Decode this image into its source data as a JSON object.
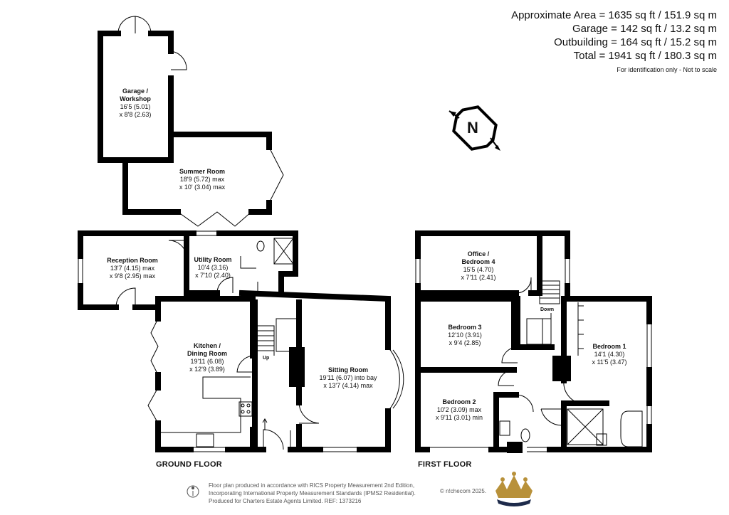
{
  "areas": {
    "approx": "Approximate Area = 1635 sq ft / 151.9 sq m",
    "garage": "Garage = 142 sq ft / 13.2 sq m",
    "outbuilding": "Outbuilding = 164 sq ft / 15.2 sq m",
    "total": "Total = 1941 sq ft / 180.3 sq m",
    "note": "For identification only - Not to scale"
  },
  "compass": {
    "letter": "N"
  },
  "rooms": {
    "garage": {
      "name1": "Garage /",
      "name2": "Workshop",
      "dim1": "16'5 (5.01)",
      "dim2": "x 8'8 (2.63)"
    },
    "summer": {
      "name": "Summer Room",
      "dim1": "18'9 (5.72) max",
      "dim2": "x 10' (3.04) max"
    },
    "reception": {
      "name": "Reception Room",
      "dim1": "13'7 (4.15) max",
      "dim2": "x 9'8 (2.95) max"
    },
    "utility": {
      "name": "Utility Room",
      "dim1": "10'4 (3.16)",
      "dim2": "x 7'10 (2.40)"
    },
    "kitchen": {
      "name1": "Kitchen /",
      "name2": "Dining Room",
      "dim1": "19'11 (6.08)",
      "dim2": "x 12'9 (3.89)"
    },
    "sitting": {
      "name": "Sitting Room",
      "dim1": "19'11 (6.07) into bay",
      "dim2": "x 13'7 (4.14) max"
    },
    "office": {
      "name1": "Office /",
      "name2": "Bedroom 4",
      "dim1": "15'5 (4.70)",
      "dim2": "x 7'11 (2.41)"
    },
    "bed3": {
      "name": "Bedroom 3",
      "dim1": "12'10 (3.91)",
      "dim2": "x 9'4 (2.85)"
    },
    "bed2": {
      "name": "Bedroom 2",
      "dim1": "10'2 (3.09) max",
      "dim2": "x 9'11 (3.01) min"
    },
    "bed1": {
      "name": "Bedroom 1",
      "dim1": "14'1 (4.30)",
      "dim2": "x 11'5 (3.47)"
    }
  },
  "stairs": {
    "up": "Up",
    "down": "Down"
  },
  "floors": {
    "ground": "GROUND FLOOR",
    "first": "FIRST FLOOR"
  },
  "footer": {
    "line1": "Floor plan produced in accordance with RICS Property Measurement 2nd Edition,",
    "line2": "Incorporating International Property Measurement Standards (IPMS2 Residential).",
    "line3": "Produced for Charters Estate Agents Limited.   REF: 1373216",
    "brand": "© n!checom 2025."
  },
  "colors": {
    "wall": "#000000",
    "crown": "#b8913a",
    "crown_base": "#1d2a4a"
  }
}
